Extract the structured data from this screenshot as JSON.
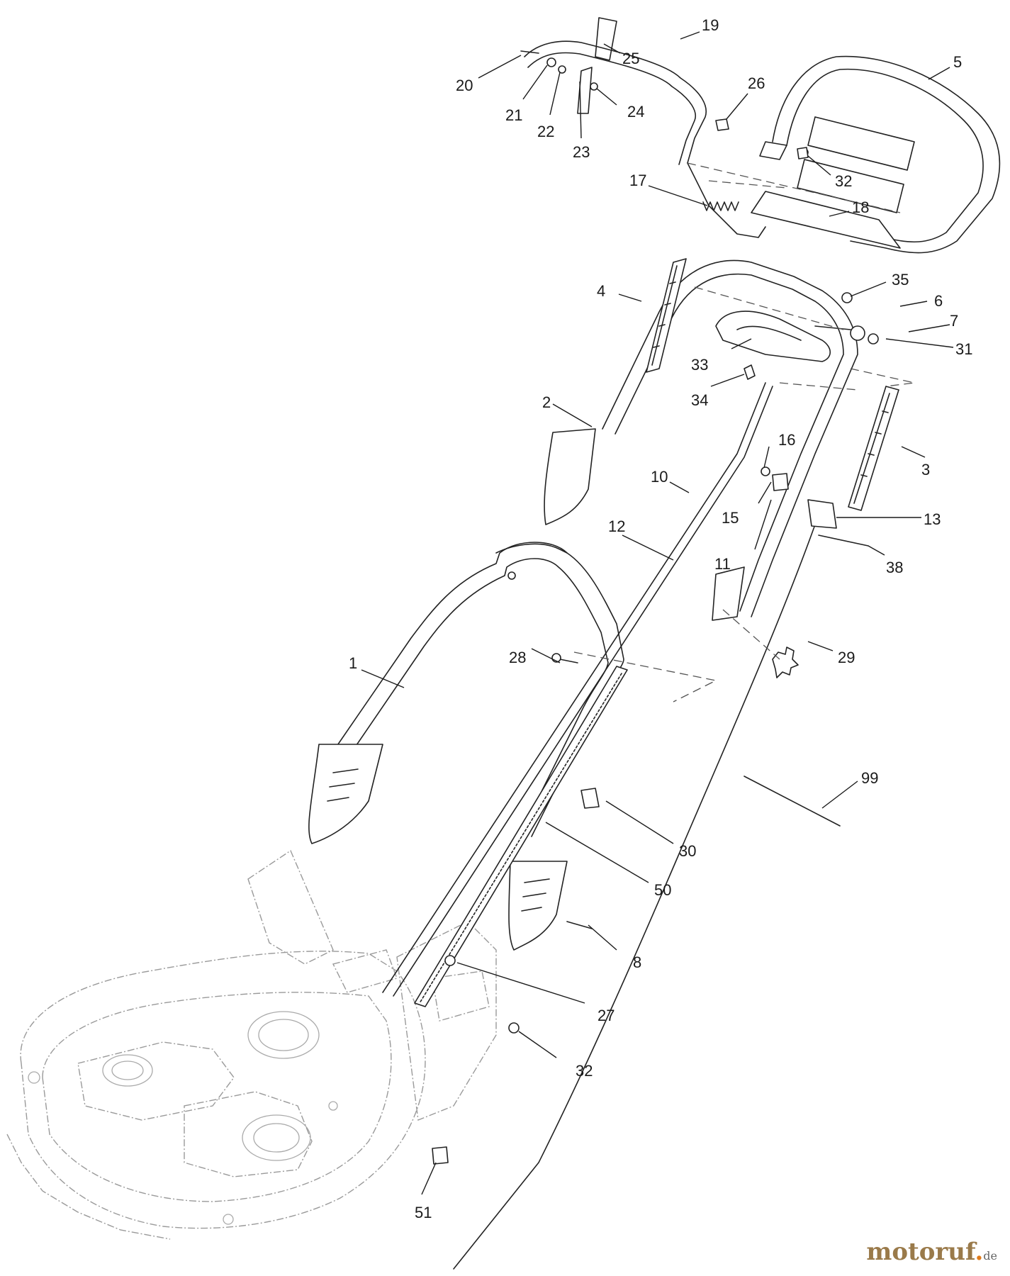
{
  "callouts": [
    {
      "label": "1"
    },
    {
      "label": "2"
    },
    {
      "label": "3"
    },
    {
      "label": "4"
    },
    {
      "label": "5"
    },
    {
      "label": "6"
    },
    {
      "label": "7"
    },
    {
      "label": "8"
    },
    {
      "label": "10"
    },
    {
      "label": "11"
    },
    {
      "label": "12"
    },
    {
      "label": "13"
    },
    {
      "label": "15"
    },
    {
      "label": "16"
    },
    {
      "label": "17"
    },
    {
      "label": "18"
    },
    {
      "label": "19"
    },
    {
      "label": "20"
    },
    {
      "label": "21"
    },
    {
      "label": "22"
    },
    {
      "label": "23"
    },
    {
      "label": "24"
    },
    {
      "label": "25"
    },
    {
      "label": "26"
    },
    {
      "label": "27"
    },
    {
      "label": "28"
    },
    {
      "label": "29"
    },
    {
      "label": "30"
    },
    {
      "label": "31"
    },
    {
      "label": "32"
    },
    {
      "label": "32"
    },
    {
      "label": "33"
    },
    {
      "label": "34"
    },
    {
      "label": "35"
    },
    {
      "label": "38"
    },
    {
      "label": "50"
    },
    {
      "label": "51"
    },
    {
      "label": "99"
    }
  ],
  "watermark": {
    "main": "motoruf",
    "dot": ".",
    "tld": "de"
  }
}
